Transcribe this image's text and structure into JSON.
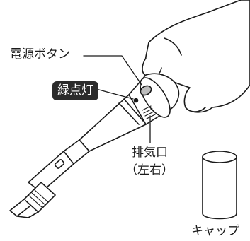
{
  "labels": {
    "power_button": "電源ボタン",
    "green_led": "緑点灯",
    "exhaust": "排気口",
    "exhaust_sides": "（左右）",
    "cap": "キャップ"
  },
  "colors": {
    "line": "#1a1a1a",
    "fill": "#ffffff",
    "badge_bg": "#2b2b2b",
    "button_gray": "#bdbdbd"
  }
}
